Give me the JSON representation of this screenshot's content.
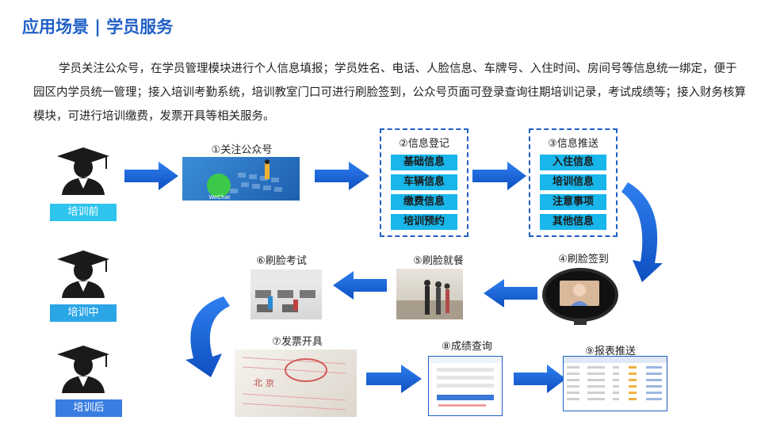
{
  "title": "应用场景 | 学员服务",
  "description": "学员关注公众号，在学员管理模块进行个人信息填报；学员姓名、电话、人脸信息、车牌号、入住时间、房间号等信息统一绑定，便于园区内学员统一管理；接入培训考勤系统，培训教室门口可进行刷脸签到，公众号页面可登录查询往期培训记录，考试成绩等；接入财务核算模块，可进行培训缴费，发票开具等相关服务。",
  "stages": [
    {
      "label": "培训前",
      "color": "#2ec4ee"
    },
    {
      "label": "培训中",
      "color": "#2aa6e6"
    },
    {
      "label": "培训后",
      "color": "#3a7de0"
    }
  ],
  "steps": {
    "s1": "①关注公众号",
    "s2": {
      "title": "②信息登记",
      "items": [
        "基础信息",
        "车辆信息",
        "缴费信息",
        "培训预约"
      ]
    },
    "s3": {
      "title": "③信息推送",
      "items": [
        "入住信息",
        "培训信息",
        "注意事项",
        "其他信息"
      ]
    },
    "s4": "④刷脸签到",
    "s5": "⑤刷脸就餐",
    "s6": "⑥刷脸考试",
    "s7": "⑦发票开具",
    "s8": "⑧成绩查询",
    "s9": "⑨报表推送"
  },
  "wechat_logo_text": "WeChat",
  "invoice_stamp_text": "北京",
  "colors": {
    "accent": "#1f5fc6",
    "arrow": "#1560d8",
    "tag": "#18b6ea"
  }
}
